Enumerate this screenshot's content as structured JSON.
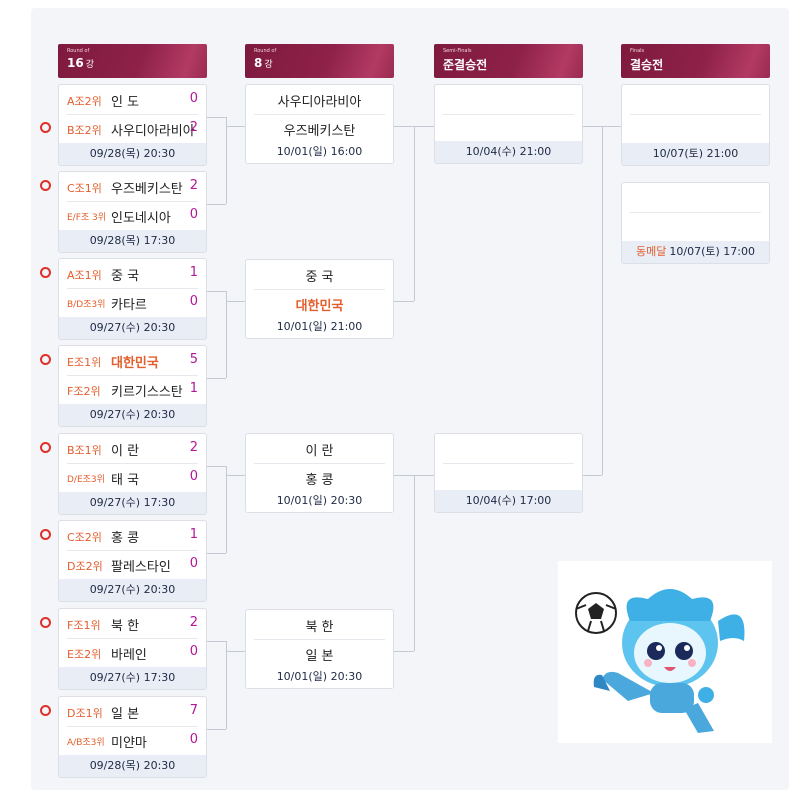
{
  "headers": [
    {
      "small": "Round of",
      "main": "16",
      "unit": "강"
    },
    {
      "small": "Round of",
      "main": "8",
      "unit": "강"
    },
    {
      "small": "Semi-Finals",
      "main": "준결승전",
      "unit": ""
    },
    {
      "small": "Finals",
      "main": "결승전",
      "unit": ""
    }
  ],
  "r16": [
    {
      "t1": {
        "rank": "A조2위",
        "name": "인 도",
        "score": "0",
        "win": false
      },
      "t2": {
        "rank": "B조2위",
        "name": "사우디아라비아",
        "score": "2",
        "win": false
      },
      "date": "09/28(목) 20:30"
    },
    {
      "t1": {
        "rank": "C조1위",
        "name": "우즈베키스탄",
        "score": "2",
        "win": false
      },
      "t2": {
        "rank": "E/F조 3위",
        "name": "인도네시아",
        "score": "0",
        "win": false
      },
      "date": "09/28(목) 17:30"
    },
    {
      "t1": {
        "rank": "A조1위",
        "name": "중 국",
        "score": "1",
        "win": false
      },
      "t2": {
        "rank": "B/D조3위",
        "name": "카타르",
        "score": "0",
        "win": false
      },
      "date": "09/27(수) 20:30"
    },
    {
      "t1": {
        "rank": "E조1위",
        "name": "대한민국",
        "score": "5",
        "win": true
      },
      "t2": {
        "rank": "F조2위",
        "name": "키르기스스탄",
        "score": "1",
        "win": false
      },
      "date": "09/27(수) 20:30"
    },
    {
      "t1": {
        "rank": "B조1위",
        "name": "이 란",
        "score": "2",
        "win": false
      },
      "t2": {
        "rank": "D/E조3위",
        "name": "태 국",
        "score": "0",
        "win": false
      },
      "date": "09/27(수) 17:30"
    },
    {
      "t1": {
        "rank": "C조2위",
        "name": "홍 콩",
        "score": "1",
        "win": false
      },
      "t2": {
        "rank": "D조2위",
        "name": "팔레스타인",
        "score": "0",
        "win": false
      },
      "date": "09/27(수) 20:30"
    },
    {
      "t1": {
        "rank": "F조1위",
        "name": "북 한",
        "score": "2",
        "win": false
      },
      "t2": {
        "rank": "E조2위",
        "name": "바레인",
        "score": "0",
        "win": false
      },
      "date": "09/27(수) 17:30"
    },
    {
      "t1": {
        "rank": "D조1위",
        "name": "일 본",
        "score": "7",
        "win": false
      },
      "t2": {
        "rank": "A/B조3위",
        "name": "미얀마",
        "score": "0",
        "win": false
      },
      "date": "09/28(목) 20:30"
    }
  ],
  "qf": [
    {
      "t1": "사우디아라비아",
      "t2": "우즈베키스탄",
      "t2win": false,
      "date": "10/01(일) 16:00"
    },
    {
      "t1": "중 국",
      "t2": "대한민국",
      "t2win": true,
      "date": "10/01(일) 21:00"
    },
    {
      "t1": "이 란",
      "t2": "홍 콩",
      "t2win": false,
      "date": "10/01(일) 20:30"
    },
    {
      "t1": "북 한",
      "t2": "일 본",
      "t2win": false,
      "date": "10/01(일) 20:30"
    }
  ],
  "sf": [
    {
      "date": "10/04(수) 21:00"
    },
    {
      "date": "10/04(수) 17:00"
    }
  ],
  "final": {
    "date": "10/07(토) 21:00"
  },
  "bronze": {
    "label": "동메달",
    "date": "10/07(토) 17:00"
  },
  "colors": {
    "header": "#8e2148",
    "accent": "#e35e2c",
    "score": "#b0189a",
    "advance": "#e0302a"
  },
  "icons": {
    "advance_marker": "circle-icon",
    "mascot": "mascot-image"
  }
}
